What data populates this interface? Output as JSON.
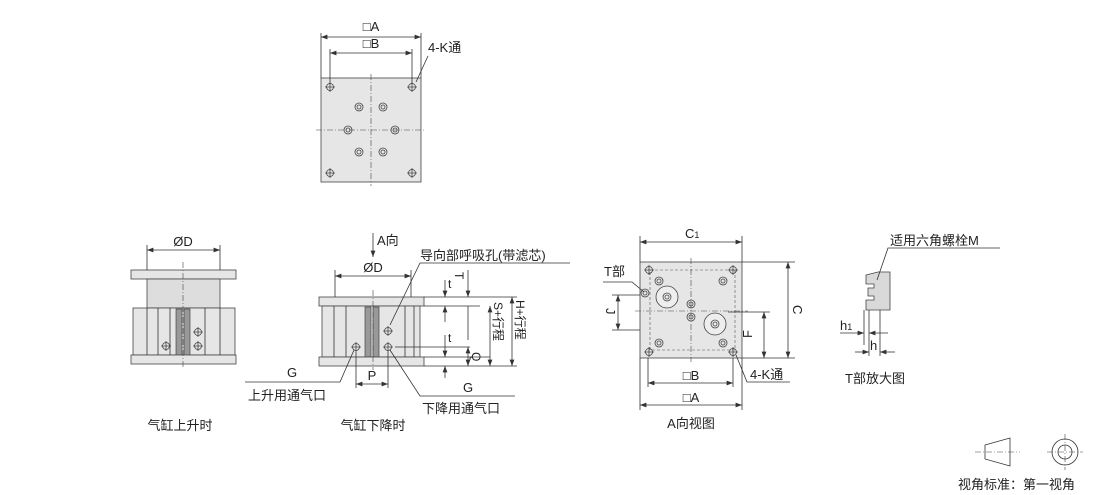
{
  "top_view": {
    "dim_a": "□A",
    "dim_b": "□B",
    "hole_label": "4-K通"
  },
  "side_view_up": {
    "dim_d": "ØD",
    "caption": "气缸上升时"
  },
  "side_view_down": {
    "view_arrow": "A向",
    "dim_d": "ØD",
    "breather_label": "导向部呼吸孔(带滤芯)",
    "dim_t_small": "t",
    "dim_t_small_2": "t",
    "dim_T": "T",
    "dim_q": "Q",
    "dim_s_stroke": "S+行程",
    "dim_h_stroke": "H+行程",
    "dim_p": "P",
    "port_g_left": "G",
    "port_up_label": "上升用通气口",
    "port_g_right": "G",
    "port_down_label": "下降用通气口",
    "caption": "气缸下降时"
  },
  "a_view": {
    "dim_c1": "C",
    "dim_c1_sub": "1",
    "dim_c": "C",
    "dim_f": "F",
    "dim_j": "J",
    "t_part": "T部",
    "dim_b": "□B",
    "dim_a": "□A",
    "hole_label": "4-K通",
    "caption": "A向视图"
  },
  "t_detail": {
    "bolt_label": "适用六角螺栓M",
    "dim_h1": "h",
    "dim_h1_sub": "1",
    "dim_h": "h",
    "caption": "T部放大图"
  },
  "projection": {
    "label": "视角标准：第一视角"
  }
}
